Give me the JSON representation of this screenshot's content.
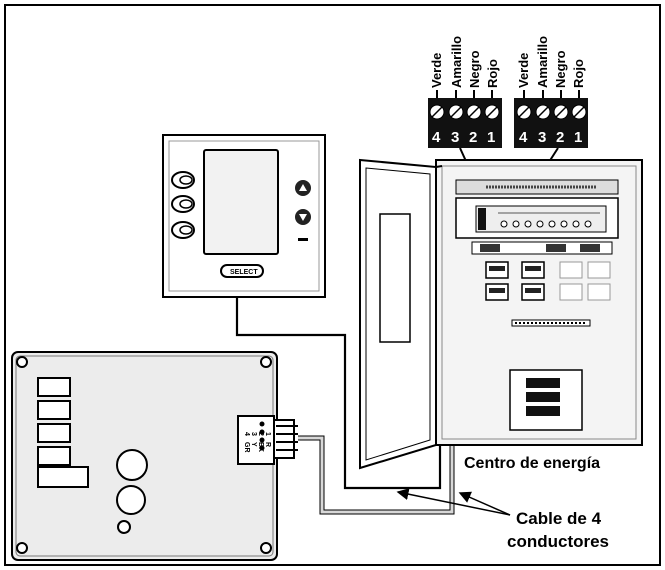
{
  "terminal_blocks": [
    {
      "wire_labels": [
        "Verde",
        "Amarillo",
        "Negro",
        "Rojo"
      ],
      "numbers": [
        "4",
        "3",
        "2",
        "1"
      ]
    },
    {
      "wire_labels": [
        "Verde",
        "Amarillo",
        "Negro",
        "Rojo"
      ],
      "numbers": [
        "4",
        "3",
        "2",
        "1"
      ]
    }
  ],
  "board": {
    "terminal_codes": [
      "GR",
      "Y",
      "BK",
      "R"
    ],
    "terminal_numbers": [
      "4",
      "3",
      "2",
      "1"
    ]
  },
  "controller": {
    "select_button_label": "SELECT"
  },
  "callouts": {
    "energy_center": "Centro de energía",
    "cable_line1": "Cable de 4",
    "cable_line2": "conductores"
  }
}
